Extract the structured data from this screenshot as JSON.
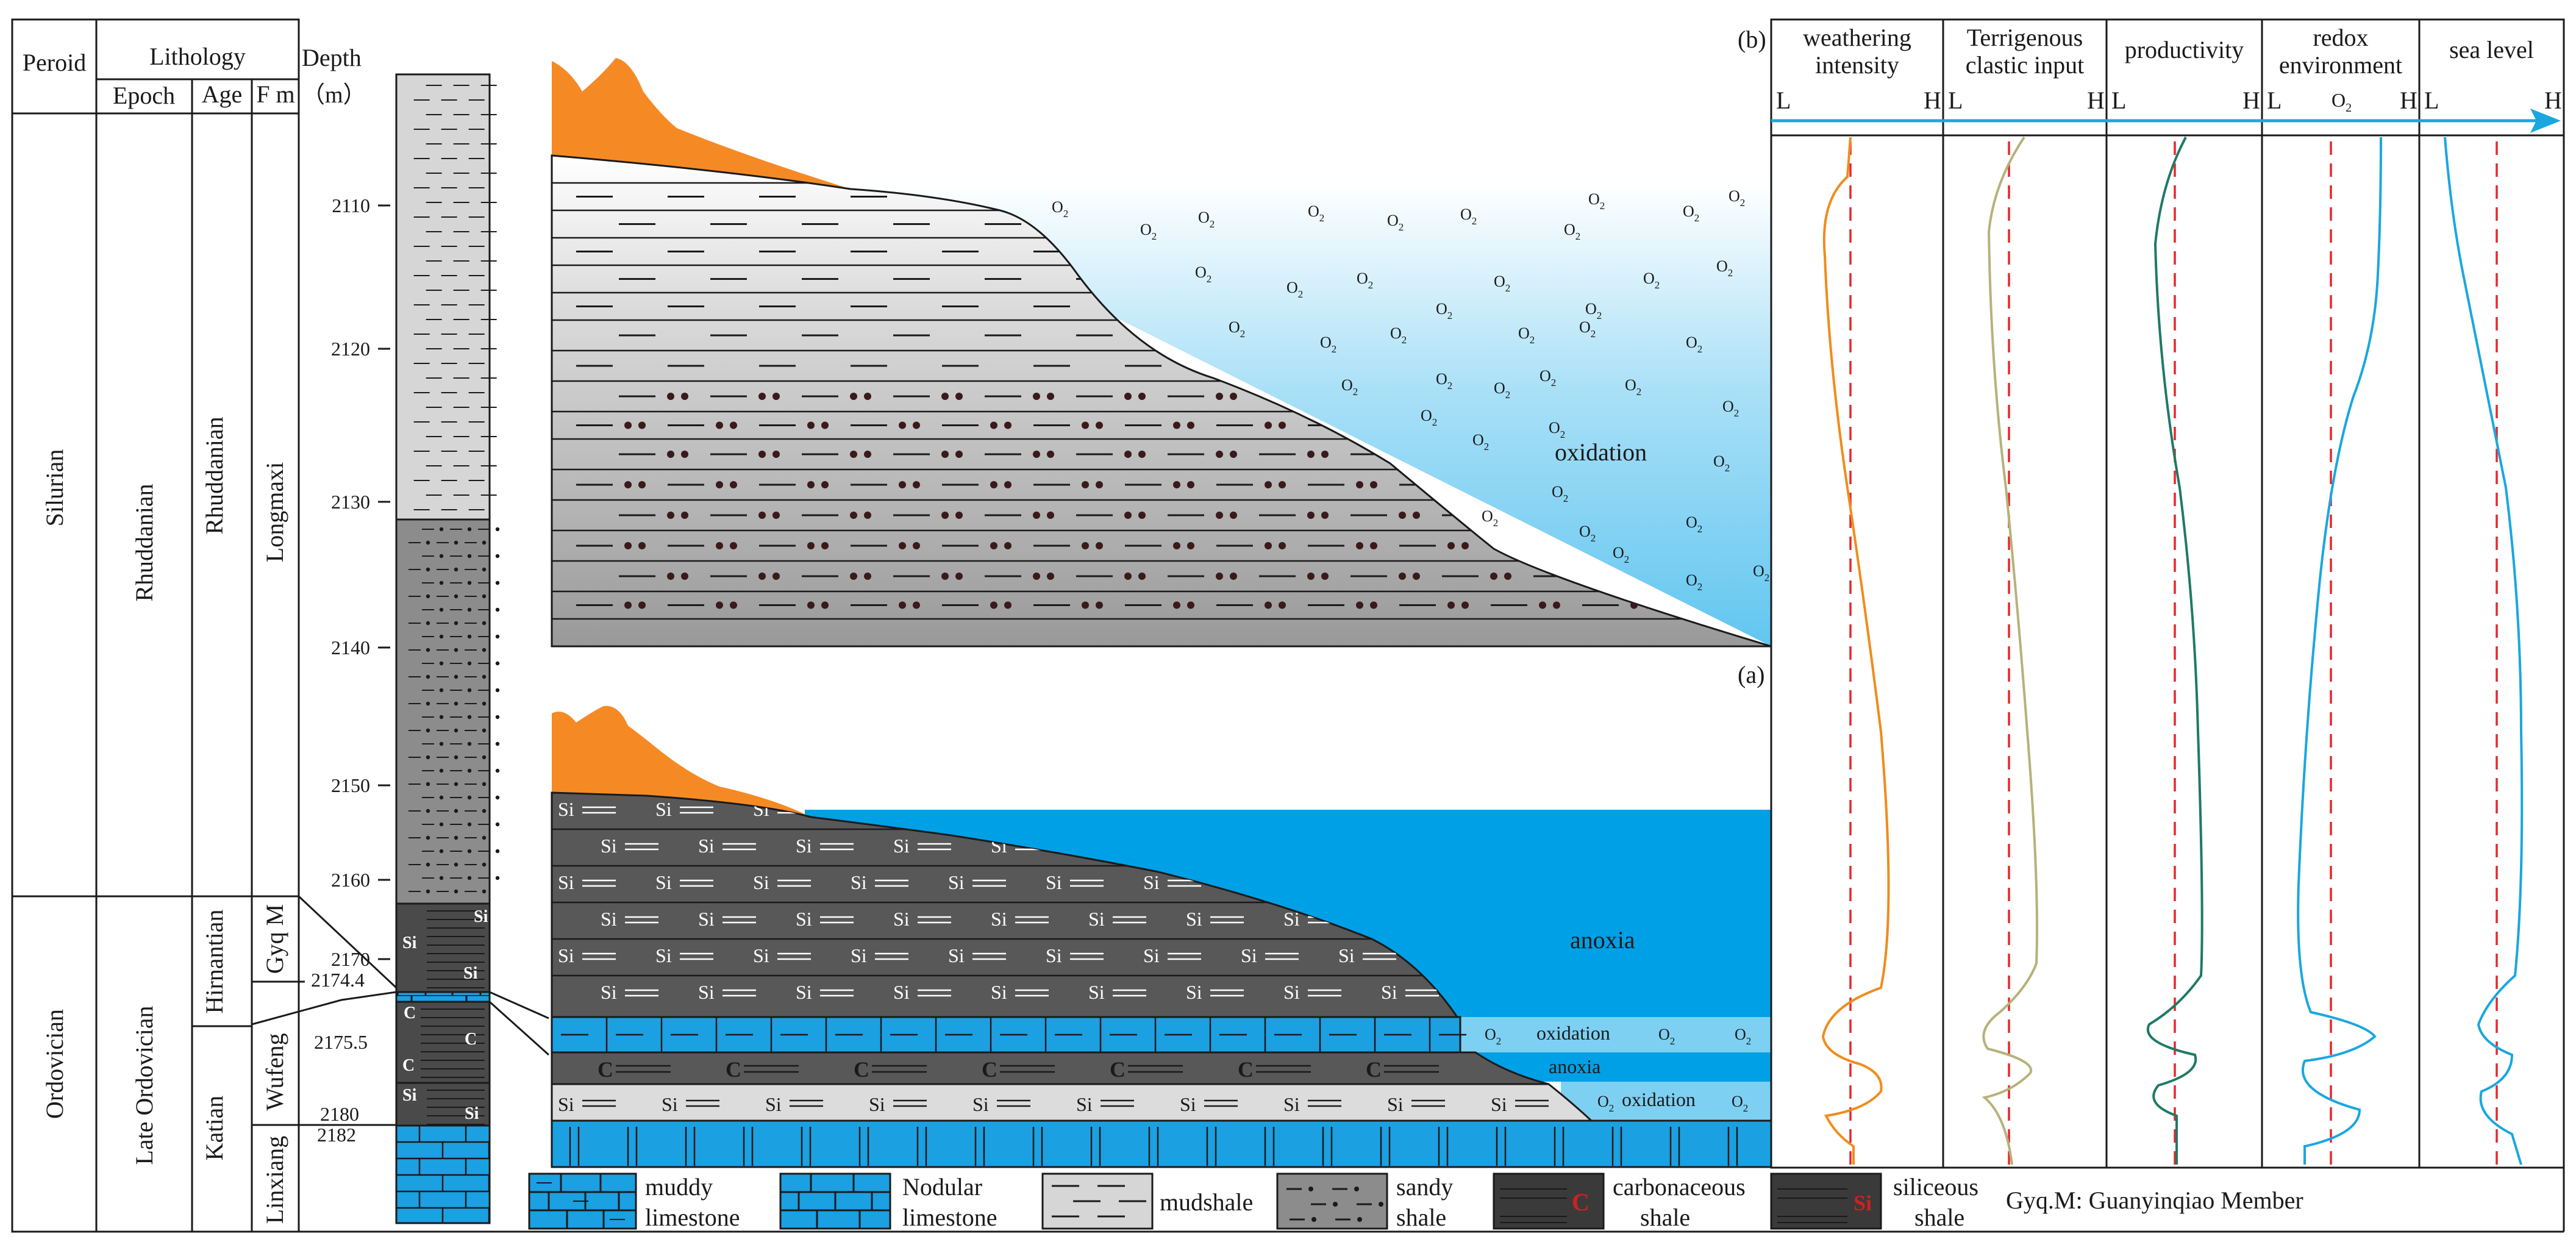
{
  "table": {
    "header": {
      "period": "Peroid",
      "lithology": "Lithology",
      "epoch": "Epoch",
      "age": "Age",
      "fm": "F m",
      "depth": "Depth",
      "depth_unit": "（m）"
    },
    "periods": [
      "Silurian",
      "Ordovician"
    ],
    "epochs": [
      "Rhuddanian",
      "Late Ordovician"
    ],
    "ages": [
      "Rhuddanian",
      "Hirnantian",
      "Katian"
    ],
    "formations": [
      "Longmaxi",
      "Gyq M",
      "Wufeng",
      "Linxiang"
    ]
  },
  "depth_ticks": [
    "2110",
    "2120",
    "2130",
    "2140",
    "2150",
    "2160",
    "2170",
    "2174.4",
    "2175.5",
    "2180",
    "2182"
  ],
  "column_litho_labels": {
    "si": "Si",
    "c": "C"
  },
  "diagram": {
    "panel_b_label": "(b)",
    "panel_a_label": "(a)",
    "o2": "O",
    "o2_sub": "2",
    "upper_water": "oxidation",
    "lower_water_anoxia": "anoxia",
    "lower_layer_oxidation": "oxidation",
    "lower_layer_anoxia": "anoxia",
    "lower_bottom_oxidation": "oxidation",
    "si": "Si",
    "c": "C"
  },
  "proxy_panels": [
    {
      "title_l1": "weathering",
      "title_l2": "intensity",
      "low": "L",
      "high": "H",
      "color": "#f08c1c"
    },
    {
      "title_l1": "Terrigenous",
      "title_l2": "clastic input",
      "low": "L",
      "high": "H",
      "color": "#b6b27a"
    },
    {
      "title_l1": "productivity",
      "title_l2": "",
      "low": "L",
      "high": "H",
      "color": "#1f7a64"
    },
    {
      "title_l1": "redox",
      "title_l2": "environment",
      "low": "L",
      "high": "H",
      "mid": "O",
      "mid_sub": "2",
      "color": "#19a7df"
    },
    {
      "title_l1": "sea level",
      "title_l2": "",
      "low": "L",
      "high": "H",
      "color": "#19a7df"
    }
  ],
  "legend": [
    {
      "label_l1": "muddy",
      "label_l2": "limestone"
    },
    {
      "label_l1": "Nodular",
      "label_l2": "limestone"
    },
    {
      "label_l1": "mudshale",
      "label_l2": ""
    },
    {
      "label_l1": "sandy",
      "label_l2": "shale"
    },
    {
      "label_l1": "carbonaceous",
      "label_l2": "shale",
      "glyph": "C"
    },
    {
      "label_l1": "siliceous",
      "label_l2": "shale",
      "glyph": "Si"
    }
  ],
  "note": "Gyq.M: Guanyinqiao Member",
  "colors": {
    "orange_land": "#f58a25",
    "upper_water": "#7dd0f2",
    "lower_water": "#00a0e6",
    "dark_shale": "#585858",
    "light_shale": "#d8d8d8",
    "limestone": "#1ba0e2",
    "dashed_red": "#e8262b"
  }
}
